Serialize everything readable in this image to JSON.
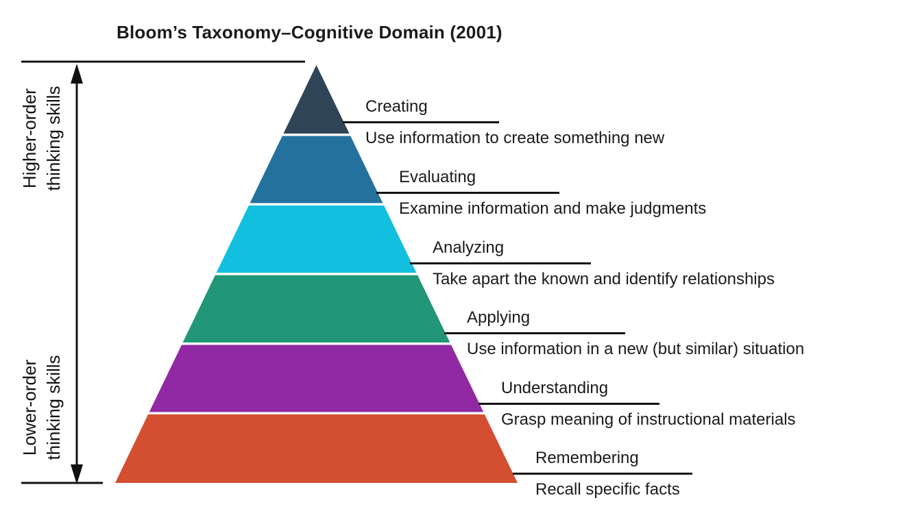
{
  "title": "Bloom’s Taxonomy–Cognitive Domain (2001)",
  "scale": {
    "higher": {
      "line1": "Higher-order",
      "line2": "thinking skills"
    },
    "lower": {
      "line1": "Lower-order",
      "line2": "thinking skills"
    }
  },
  "levels": [
    {
      "name": "Creating",
      "description": "Use information to create something new",
      "color": "#2F4456"
    },
    {
      "name": "Evaluating",
      "description": "Examine information and make judgments",
      "color": "#24719D"
    },
    {
      "name": "Analyzing",
      "description": "Take apart the known and identify relationships",
      "color": "#13BFDF"
    },
    {
      "name": "Applying",
      "description": "Use information in a new (but similar) situation",
      "color": "#219678"
    },
    {
      "name": "Understanding",
      "description": "Grasp meaning of instructional materials",
      "color": "#9229A4"
    },
    {
      "name": "Remembering",
      "description": "Recall specific facts",
      "color": "#D44E32"
    }
  ],
  "colors": {
    "text": "#1A1A1A",
    "line": "#111111",
    "background": "#FFFFFF"
  }
}
